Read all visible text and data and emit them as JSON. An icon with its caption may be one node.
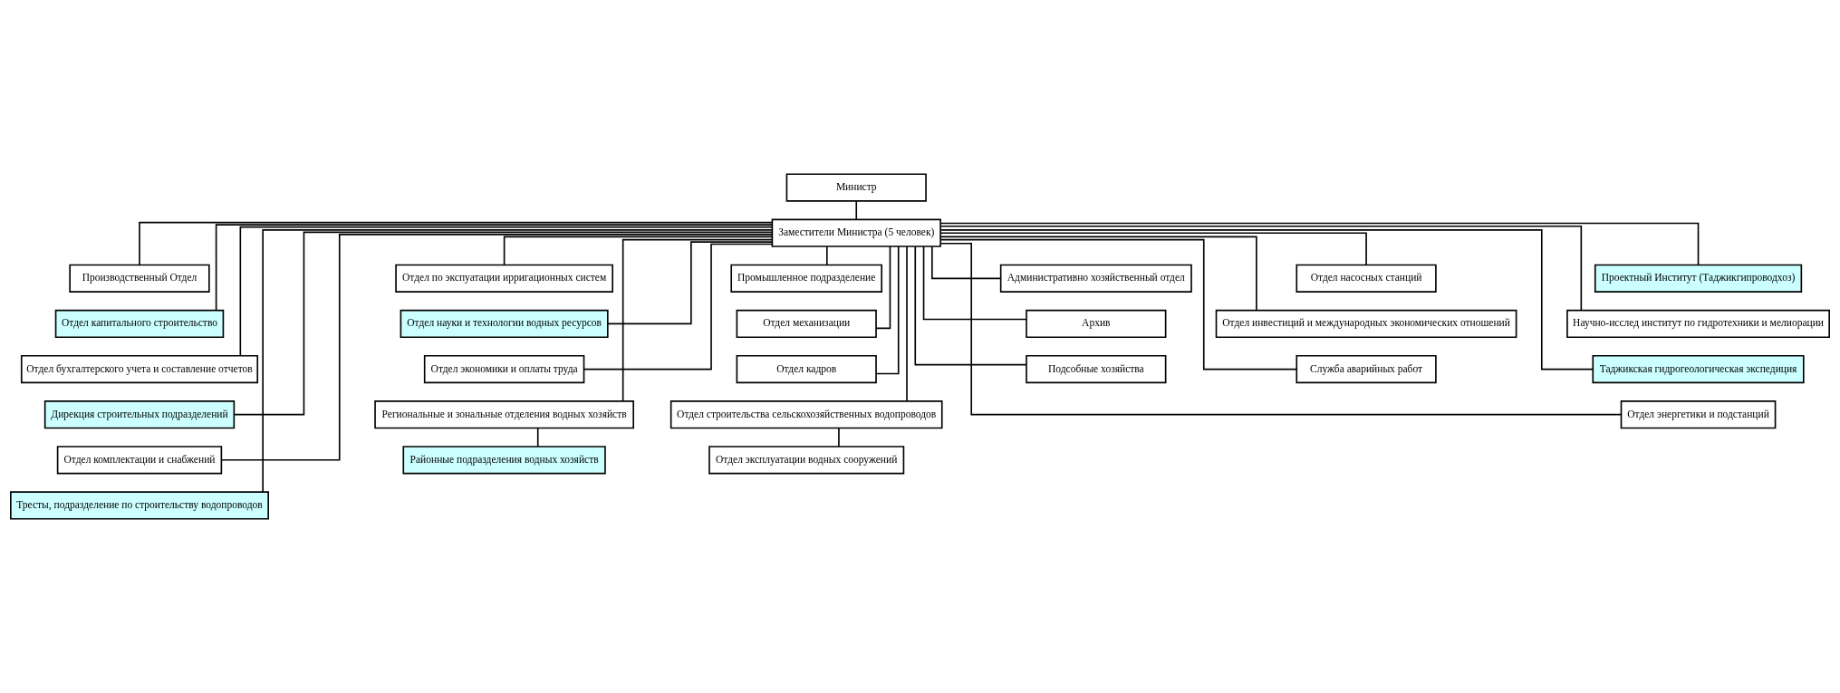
{
  "diagram": {
    "nodes": [
      {
        "text": [
          "Министр"
        ]
      },
      {
        "text": [
          "Заместители Министра (5 человек)"
        ]
      },
      {
        "text": [
          "Производственный Отдел"
        ]
      },
      {
        "text": [
          "Отдел капитального строительство"
        ]
      },
      {
        "text": [
          "Отдел бухгалтерского учета и составление отчетов"
        ]
      },
      {
        "text": [
          "Дирекция строительных подразделений"
        ]
      },
      {
        "text": [
          "Отдел комплектации и снабжений"
        ]
      },
      {
        "text": [
          "Тресты, подразделение по строительству водопроводов"
        ]
      },
      {
        "text": [
          "Отдел по экспуатации ирригационных систем"
        ]
      },
      {
        "text": [
          "Отдел науки и технологии водных ресурсов"
        ]
      },
      {
        "text": [
          "Отдел экономики и оплаты труда"
        ]
      },
      {
        "text": [
          "Региональные и зональные отделения водных хозяйств"
        ]
      },
      {
        "text": [
          "Районные подразделения водных хозяйств"
        ]
      },
      {
        "text": [
          "Промышленное подразделение"
        ]
      },
      {
        "text": [
          "Отдел механизации"
        ]
      },
      {
        "text": [
          "Отдел кадров"
        ]
      },
      {
        "text": [
          "Отдел строительства сельскохозяйственных водопроводов"
        ]
      },
      {
        "text": [
          "Отдел эксплуатации водных сооружений"
        ]
      },
      {
        "text": [
          "Административно хозяйственный отдел"
        ]
      },
      {
        "text": [
          "Архив"
        ]
      },
      {
        "text": [
          "Подсобные хозяйства"
        ]
      },
      {
        "text": [
          "Отдел насосных станций"
        ]
      },
      {
        "text": [
          "Отдел инвестиций и международных экономических отношений"
        ]
      },
      {
        "text": [
          "Служба аварийных работ"
        ]
      },
      {
        "text": [
          "Проектный Институт (Таджикгипроводхоз)"
        ]
      },
      {
        "text": [
          "Научно-исслед институт по гидротехники и мелиорации"
        ]
      },
      {
        "text": [
          "Таджикская гидрогеологическая экспедиция"
        ]
      },
      {
        "text": [
          "Отдел энергетики и подстанций"
        ]
      }
    ],
    "edges": [
      {
        "from": 0,
        "to": 1,
        "arrow": "none"
      },
      {
        "from": 1,
        "to": 2,
        "arrow": "none"
      },
      {
        "from": 1,
        "to": 3,
        "arrow": "none"
      },
      {
        "from": 1,
        "to": 4,
        "arrow": "none"
      },
      {
        "from": 1,
        "to": 5,
        "arrow": "none"
      },
      {
        "from": 1,
        "to": 6,
        "arrow": "none"
      },
      {
        "from": 1,
        "to": 7,
        "arrow": "none"
      },
      {
        "from": 1,
        "to": 8,
        "arrow": "none"
      },
      {
        "from": 1,
        "to": 9,
        "arrow": "none"
      },
      {
        "from": 1,
        "to": 10,
        "arrow": "none"
      },
      {
        "from": 1,
        "to": 11,
        "arrow": "none"
      },
      {
        "from": 11,
        "to": 12,
        "arrow": "none"
      },
      {
        "from": 1,
        "to": 13,
        "arrow": "none"
      },
      {
        "from": 1,
        "to": 14,
        "arrow": "none"
      },
      {
        "from": 1,
        "to": 15,
        "arrow": "none"
      },
      {
        "from": 1,
        "to": 16,
        "arrow": "none"
      },
      {
        "from": 16,
        "to": 17,
        "arrow": "none"
      },
      {
        "from": 1,
        "to": 18,
        "arrow": "none"
      },
      {
        "from": 1,
        "to": 19,
        "arrow": "none"
      },
      {
        "from": 1,
        "to": 20,
        "arrow": "none"
      },
      {
        "from": 1,
        "to": 21,
        "arrow": "none"
      },
      {
        "from": 1,
        "to": 22,
        "arrow": "none"
      },
      {
        "from": 1,
        "to": 23,
        "arrow": "none"
      },
      {
        "from": 1,
        "to": 24,
        "arrow": "none"
      },
      {
        "from": 1,
        "to": 25,
        "arrow": "none"
      },
      {
        "from": 1,
        "to": 26,
        "arrow": "none"
      },
      {
        "from": 1,
        "to": 27,
        "arrow": "none"
      }
    ]
  }
}
